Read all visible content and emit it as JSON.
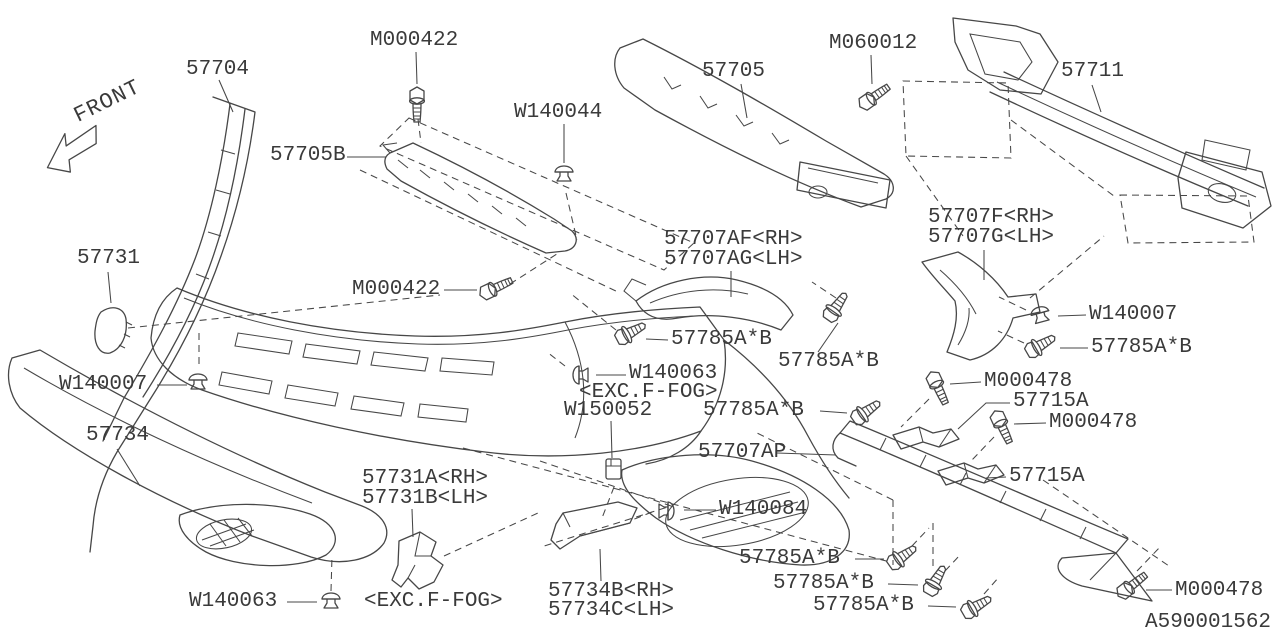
{
  "diagram_title": "Front bumper exploded parts diagram",
  "drawing_number": "A590001562",
  "front_label": "FRONT",
  "colors": {
    "line": "#474747",
    "text": "#3a3a3a",
    "background": "#ffffff"
  },
  "icons": [
    {
      "name": "bolt-icon",
      "used_for": [
        "M000422",
        "M060012",
        "M000478"
      ]
    },
    {
      "name": "screw-icon",
      "used_for": [
        "57785A*B"
      ]
    },
    {
      "name": "push-clip-icon",
      "used_for": [
        "W140007",
        "W140044",
        "W140063",
        "W140084"
      ]
    },
    {
      "name": "square-clip-icon",
      "used_for": [
        "W150052"
      ]
    },
    {
      "name": "front-arrow-icon",
      "used_for": [
        "FRONT"
      ]
    }
  ],
  "labels": [
    {
      "text": "M000422"
    },
    {
      "text": "57704"
    },
    {
      "text": "57705B"
    },
    {
      "text": "W140044"
    },
    {
      "text": "57705"
    },
    {
      "text": "M060012"
    },
    {
      "text": "57711"
    },
    {
      "text": "57731"
    },
    {
      "text": "M000422"
    },
    {
      "text": "57707AF<RH>"
    },
    {
      "text": "57707AG<LH>"
    },
    {
      "text": "57707F<RH>"
    },
    {
      "text": "57707G<LH>"
    },
    {
      "text": "W140007"
    },
    {
      "text": "57785A*B"
    },
    {
      "text": "57785A*B"
    },
    {
      "text": "57785A*B"
    },
    {
      "text": "W140063"
    },
    {
      "text": "<EXC.F-FOG>"
    },
    {
      "text": "W150052"
    },
    {
      "text": "57785A*B"
    },
    {
      "text": "M000478"
    },
    {
      "text": "57715A"
    },
    {
      "text": "M000478"
    },
    {
      "text": "57707AP"
    },
    {
      "text": "57715A"
    },
    {
      "text": "W140007"
    },
    {
      "text": "57734"
    },
    {
      "text": "57731A<RH>"
    },
    {
      "text": "57731B<LH>"
    },
    {
      "text": "W140084"
    },
    {
      "text": "57734B<RH>"
    },
    {
      "text": "57734C<LH>"
    },
    {
      "text": "W140063"
    },
    {
      "text": "<EXC.F-FOG>"
    },
    {
      "text": "57785A*B"
    },
    {
      "text": "57785A*B"
    },
    {
      "text": "57785A*B"
    },
    {
      "text": "M000478"
    }
  ]
}
